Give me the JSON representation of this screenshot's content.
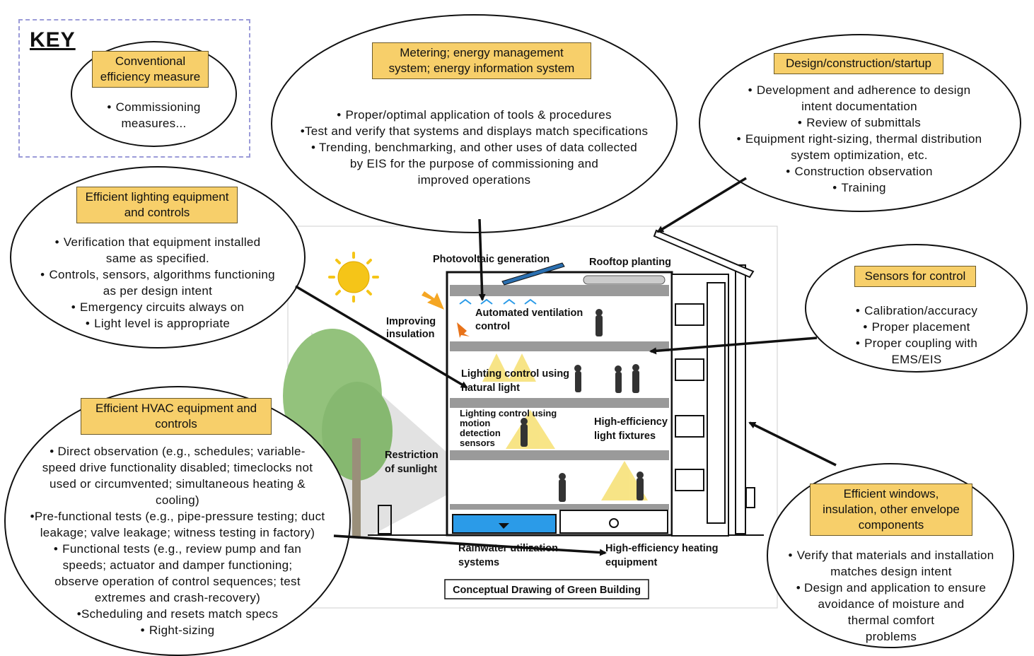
{
  "key": {
    "title": "KEY",
    "label": [
      "Conventional",
      "efficiency measure"
    ],
    "items": [
      "Commissioning",
      "measures..."
    ]
  },
  "metering": {
    "label": [
      "Metering; energy management",
      "system; energy information system"
    ],
    "items": [
      "Proper/optimal application of tools & procedures",
      "•Test and verify that systems and displays match specifications",
      "• Trending, benchmarking, and other uses of data collected",
      "by EIS for the purpose of commissioning and",
      "improved operations"
    ]
  },
  "design": {
    "label": [
      "Design/construction/startup"
    ],
    "items": [
      "Development and adherence to design",
      "intent documentation",
      "Review of submittals",
      "Equipment right-sizing, thermal distribution",
      "system optimization, etc.",
      "Construction observation",
      "Training"
    ]
  },
  "lighting": {
    "label": [
      "Efficient lighting equipment",
      "and controls"
    ],
    "items": [
      "Verification that equipment installed",
      "same as specified.",
      "Controls, sensors, algorithms functioning",
      "as per design intent",
      "Emergency circuits always on",
      "Light level is appropriate"
    ]
  },
  "sensors": {
    "label": [
      "Sensors for control"
    ],
    "items": [
      "Calibration/accuracy",
      "Proper placement",
      "Proper coupling with",
      "EMS/EIS"
    ]
  },
  "hvac": {
    "label": [
      "Efficient HVAC equipment and",
      "controls"
    ],
    "items": [
      "• Direct observation (e.g., schedules; variable-",
      "speed drive functionality disabled; timeclocks not",
      "used or circumvented; simultaneous heating &",
      "cooling)",
      "•Pre-functional tests (e.g., pipe-pressure testing; duct",
      "leakage; valve leakage; witness testing in factory)",
      "Functional tests (e.g., review pump and fan",
      "speeds; actuator and damper functioning;",
      "observe operation of control sequences; test",
      "extremes and crash-recovery)",
      "•Scheduling and resets match specs",
      "Right-sizing"
    ]
  },
  "windows": {
    "label": [
      "Efficient windows,",
      "insulation, other envelope",
      "components"
    ],
    "items": [
      "Verify that materials and installation",
      "matches design intent",
      "• Design and application to ensure",
      "avoidance of moisture and",
      "thermal comfort",
      "problems"
    ]
  },
  "building": {
    "photovoltaic": "Photovoltaic generation",
    "rooftop": "Rooftop planting",
    "ventilation": [
      "Automated ventilation",
      "control"
    ],
    "insulation": [
      "Improving",
      "insulation"
    ],
    "natural_light": [
      "Lighting control using",
      "natural light"
    ],
    "motion": [
      "Lighting control using",
      "motion",
      "detection",
      "sensors"
    ],
    "fixtures": [
      "High-efficiency",
      "light fixtures"
    ],
    "sunlight": [
      "Restriction",
      "of sunlight"
    ],
    "rainwater": [
      "Rainwater utilization",
      "systems"
    ],
    "heating": [
      "High-efficiency heating",
      "equipment"
    ],
    "caption": "Conceptual Drawing of Green Building"
  },
  "colors": {
    "label_fill": "#f7cf6a",
    "outline": "#111111",
    "key_border": "#9b9bd8",
    "sun": "#f5c518",
    "tree": "#8fbf7a",
    "water": "#2b9be8"
  }
}
